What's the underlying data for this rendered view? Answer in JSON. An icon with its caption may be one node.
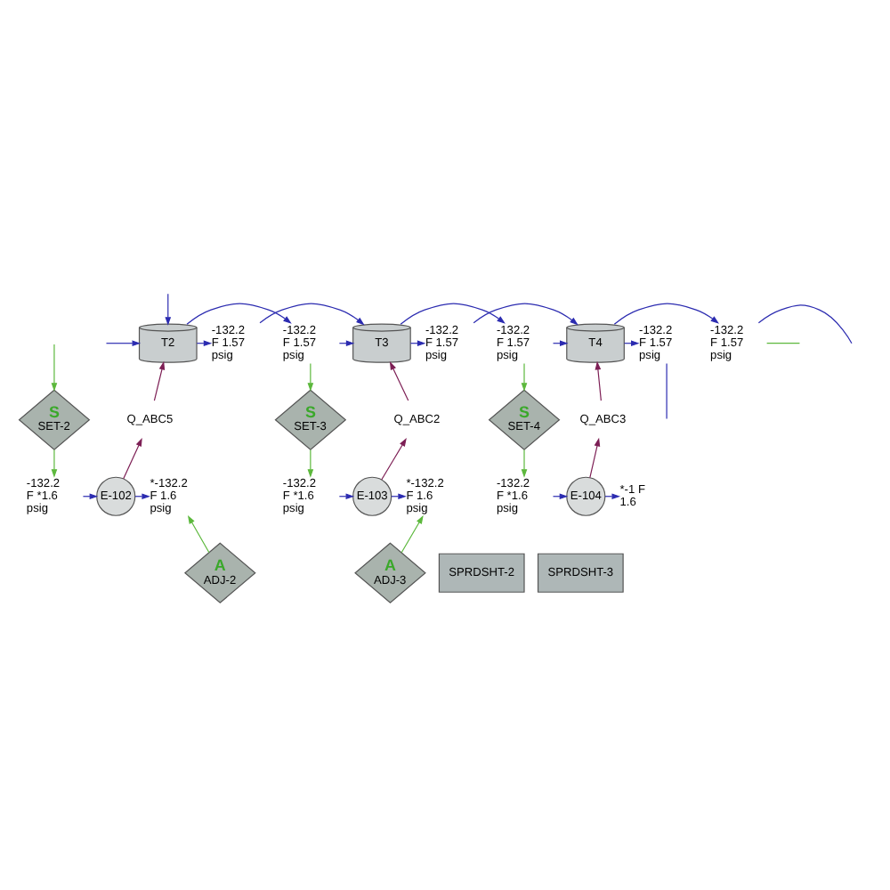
{
  "diagram": {
    "nodes": [
      {
        "text": [
          "T2"
        ]
      },
      {
        "text": [
          "-132.2 F 1.57 psig"
        ]
      },
      {
        "text": [
          "-132.2 F 1.57 psig"
        ]
      },
      {
        "text": [
          "T3"
        ]
      },
      {
        "text": [
          "-132.2 F 1.57 psig"
        ]
      },
      {
        "text": [
          "-132.2 F 1.57 psig"
        ]
      },
      {
        "text": [
          "T4"
        ]
      },
      {
        "text": [
          "-132.2 F 1.57 psig"
        ]
      },
      {
        "text": [
          "-132.2 F 1.57 psig"
        ]
      },
      {
        "text": [
          "Q_ABC5"
        ]
      },
      {
        "text": [
          "Q_ABC2"
        ]
      },
      {
        "text": [
          "Q_ABC3"
        ]
      },
      {
        "text": [
          "S",
          "SET-2"
        ]
      },
      {
        "text": [
          "-132.2 F *1.6 psig"
        ]
      },
      {
        "text": [
          "E-102"
        ]
      },
      {
        "text": [
          "*-132.2 F 1.6 psig"
        ]
      },
      {
        "text": [
          "S",
          "SET-3"
        ]
      },
      {
        "text": [
          "-132.2 F *1.6 psig"
        ]
      },
      {
        "text": [
          "E-103"
        ]
      },
      {
        "text": [
          "*-132.2 F 1.6 psig"
        ]
      },
      {
        "text": [
          "S",
          "SET-4"
        ]
      },
      {
        "text": [
          "-132.2 F *1.6 psig"
        ]
      },
      {
        "text": [
          "E-104"
        ]
      },
      {
        "text": [
          "*-1 F 1.6"
        ]
      },
      {
        "text": [
          "A",
          "ADJ-2"
        ]
      },
      {
        "text": [
          "SPRDSHT-2"
        ]
      },
      {
        "text": [
          "A",
          "ADJ-3"
        ]
      },
      {
        "text": [
          "SPRDSHT-3"
        ]
      }
    ],
    "edges": [
      {
        "from": null,
        "to": 0,
        "arrow": "to"
      },
      {
        "from": null,
        "to": 0,
        "arrow": "to"
      },
      {
        "from": 0,
        "to": 1,
        "arrow": "to"
      },
      {
        "from": 1,
        "to": 3,
        "arrow": "to"
      },
      {
        "from": 0,
        "to": 2,
        "arrow": "to"
      },
      {
        "from": 2,
        "to": 3,
        "arrow": "to"
      },
      {
        "from": 3,
        "to": 4,
        "arrow": "to"
      },
      {
        "from": 4,
        "to": 6,
        "arrow": "to"
      },
      {
        "from": 3,
        "to": 5,
        "arrow": "to"
      },
      {
        "from": 5,
        "to": 6,
        "arrow": "to"
      },
      {
        "from": 6,
        "to": 7,
        "arrow": "to"
      },
      {
        "from": 7,
        "to": null,
        "arrow": "none"
      },
      {
        "from": 6,
        "to": 8,
        "arrow": "to"
      },
      {
        "from": 8,
        "to": null,
        "arrow": "none"
      },
      {
        "from": 13,
        "to": 14,
        "arrow": "to"
      },
      {
        "from": 14,
        "to": 15,
        "arrow": "to"
      },
      {
        "from": 17,
        "to": 18,
        "arrow": "to"
      },
      {
        "from": 18,
        "to": 19,
        "arrow": "to"
      },
      {
        "from": 21,
        "to": 22,
        "arrow": "to"
      },
      {
        "from": 22,
        "to": 23,
        "arrow": "to"
      },
      {
        "from": 14,
        "to": 9,
        "arrow": "to",
        "color": "#7d1f55"
      },
      {
        "from": 9,
        "to": 0,
        "arrow": "to",
        "color": "#7d1f55"
      },
      {
        "from": 18,
        "to": 10,
        "arrow": "to",
        "color": "#7d1f55"
      },
      {
        "from": 10,
        "to": 3,
        "arrow": "to",
        "color": "#7d1f55"
      },
      {
        "from": 22,
        "to": 11,
        "arrow": "to",
        "color": "#7d1f55"
      },
      {
        "from": 11,
        "to": 6,
        "arrow": "to",
        "color": "#7d1f55"
      },
      {
        "from": null,
        "to": 12,
        "arrow": "to",
        "color": "#5cb83c"
      },
      {
        "from": 12,
        "to": 13,
        "arrow": "to",
        "color": "#5cb83c"
      },
      {
        "from": 24,
        "to": 15,
        "arrow": "to",
        "color": "#5cb83c"
      },
      {
        "from": 1,
        "to": 16,
        "arrow": "to",
        "color": "#5cb83c"
      },
      {
        "from": 16,
        "to": 17,
        "arrow": "to",
        "color": "#5cb83c"
      },
      {
        "from": 26,
        "to": 19,
        "arrow": "to",
        "color": "#5cb83c"
      },
      {
        "from": 4,
        "to": 20,
        "arrow": "to",
        "color": "#5cb83c"
      },
      {
        "from": 20,
        "to": 21,
        "arrow": "to",
        "color": "#5cb83c"
      },
      {
        "from": 7,
        "to": null,
        "arrow": "none",
        "color": "#5cb83c"
      }
    ]
  }
}
